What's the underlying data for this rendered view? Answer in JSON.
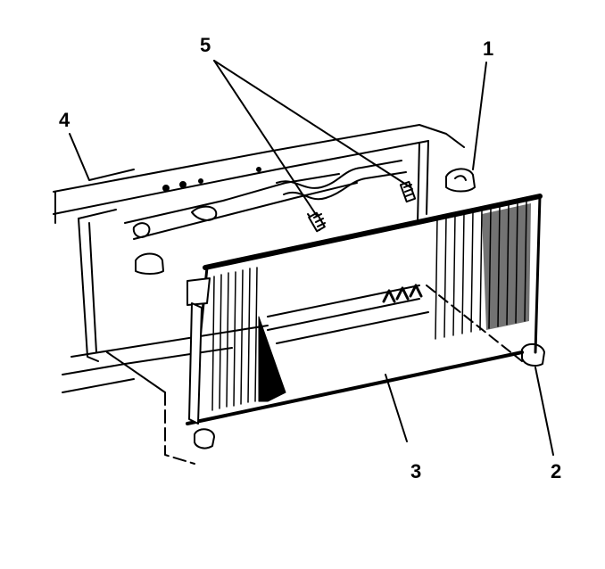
{
  "diagram": {
    "subject": "condenser assembly exploded view",
    "colors": {
      "line": "#000000",
      "background": "#ffffff"
    },
    "callouts": [
      {
        "id": "1",
        "label": "1",
        "target": "upper insulator"
      },
      {
        "id": "2",
        "label": "2",
        "target": "lower insulator"
      },
      {
        "id": "3",
        "label": "3",
        "target": "condenser"
      },
      {
        "id": "4",
        "label": "4",
        "target": "radiator support"
      },
      {
        "id": "5",
        "label": "5",
        "target": "bolts"
      }
    ]
  }
}
